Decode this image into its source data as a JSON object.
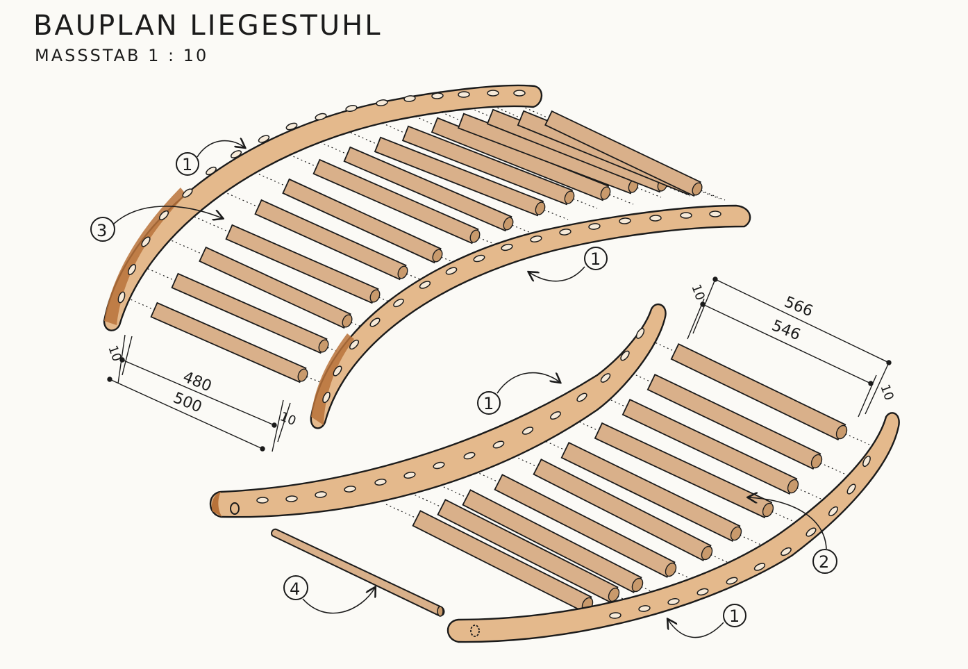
{
  "title": "BAUPLAN LIEGESTUHL",
  "scale_label": "MASSSTAB 1 : 10",
  "part_numbers": {
    "side_rail_top_left": "1",
    "side_rail_top_right": "1",
    "side_rail_bottom_left": "1",
    "side_rail_bottom_right": "1",
    "slat": "3",
    "dowel_end": "2",
    "round_bar": "4"
  },
  "dimensions": {
    "upper_slat_inner": "480",
    "upper_slat_outer": "500",
    "upper_offset_a": "10",
    "upper_offset_b": "10",
    "lower_slat_outer": "566",
    "lower_slat_inner": "546",
    "lower_offset_a": "10",
    "lower_offset_b": "10"
  },
  "colors": {
    "wood_light": "#e4b98c",
    "wood_slat": "#d9b08a",
    "wood_edge": "#b8723a",
    "ink": "#1b1b1b"
  }
}
